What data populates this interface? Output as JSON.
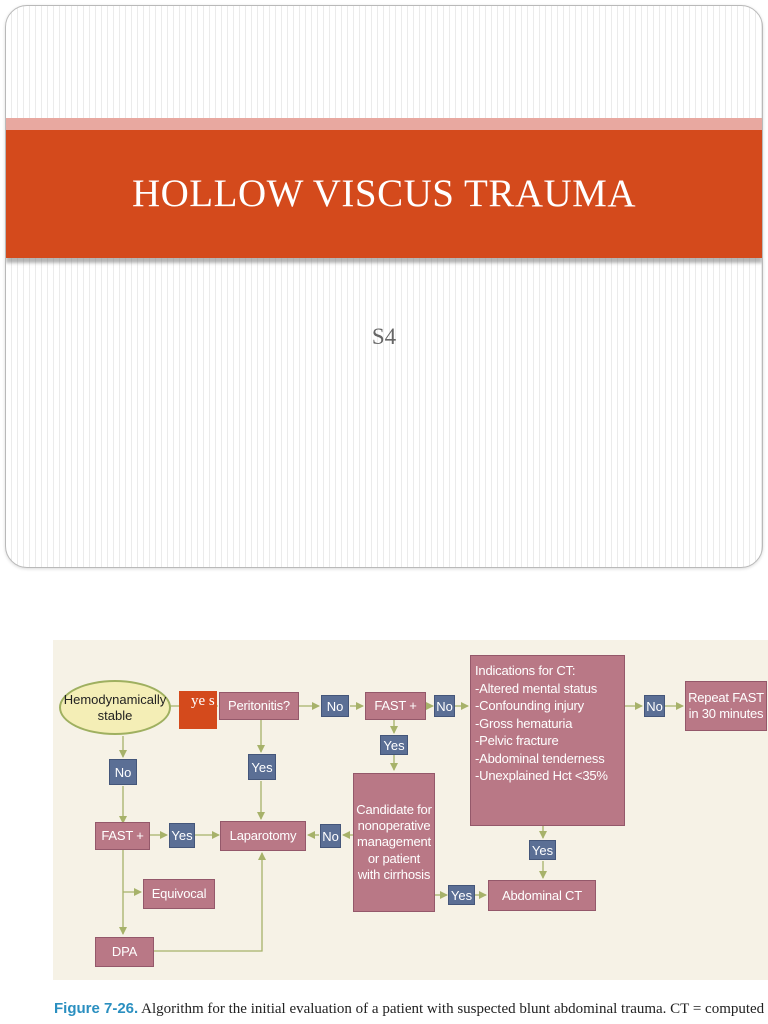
{
  "slide": {
    "title": "HOLLOW VISCUS TRAUMA",
    "subtitle": "S4"
  },
  "flowchart": {
    "start": "Hemodynamically stable",
    "yes_overlay": "ye s",
    "peritonitis": "Peritonitis?",
    "fast_top": "FAST +",
    "ct_indications": {
      "heading": "Indications for CT:",
      "items": [
        "-Altered mental status",
        "-Confounding injury",
        "-Gross hematuria",
        "-Pelvic fracture",
        "-Abdominal tenderness",
        "-Unexplained Hct <35%"
      ]
    },
    "repeat_fast": "Repeat FAST in 30 minutes",
    "candidate": "Candidate for nonoperative management or patient with cirrhosis",
    "fast_left": "FAST +",
    "laparotomy": "Laparotomy",
    "equivocal": "Equivocal",
    "dpa": "DPA",
    "abdominal_ct": "Abdominal CT",
    "labels": {
      "no_peritonitis": "No",
      "no_fast_top": "No",
      "no_ct": "No",
      "no_stable": "No",
      "no_candidate": "No",
      "yes_fast_top": "Yes",
      "yes_peritonitis": "Yes",
      "yes_fast_left": "Yes",
      "yes_ct": "Yes",
      "yes_candidate": "Yes"
    }
  },
  "caption": {
    "label": "Figure 7-26.",
    "text": "Algorithm for the initial evaluation of a patient with suspected blunt abdominal trauma. CT = computed tomog"
  },
  "colors": {
    "accent": "#d44a1c",
    "node": "#b97886",
    "label": "#5b6f95",
    "oval": "#f4eeb6",
    "arrow": "#a7b26a",
    "caption_label": "#2a8fc0"
  }
}
